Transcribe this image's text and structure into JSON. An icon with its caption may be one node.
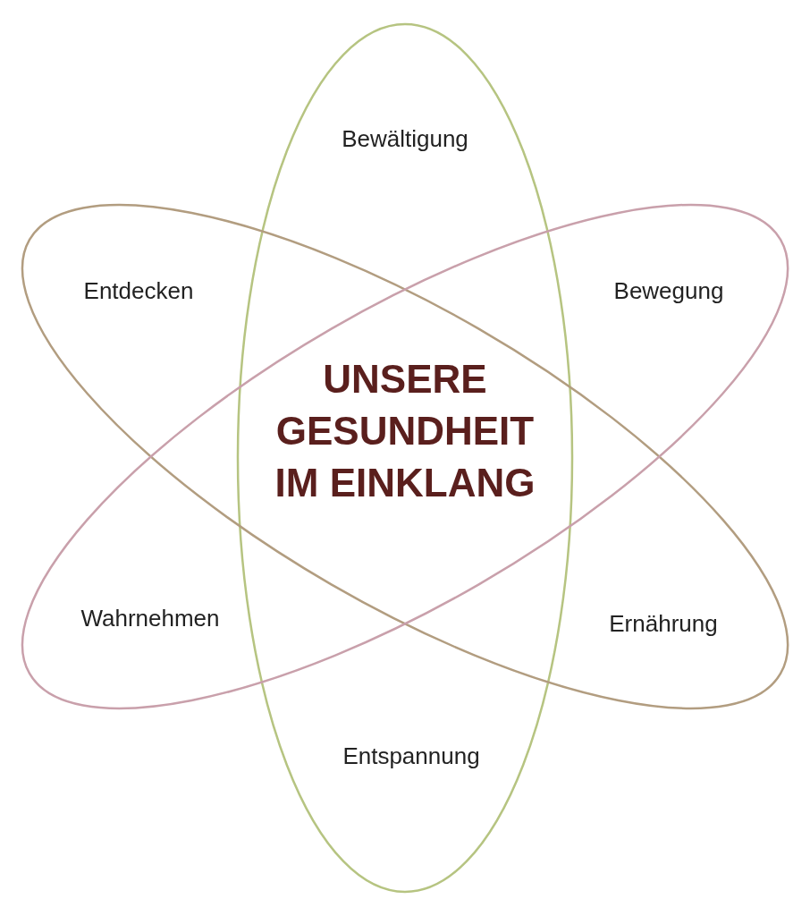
{
  "diagram": {
    "nodes": [
      {
        "text": [
          "Bewältigung",
          "Entspannung"
        ]
      },
      {
        "text": [
          "Entdecken",
          "Ernährung"
        ]
      },
      {
        "text": [
          "Bewegung",
          "Wahrnehmen"
        ]
      }
    ],
    "labels": [
      "UNSERE GESUNDHEIT IM EINKLANG"
    ]
  }
}
